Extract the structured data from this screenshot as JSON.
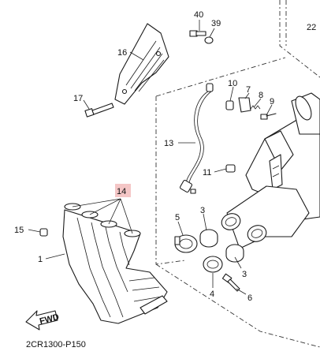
{
  "diagram": {
    "code": "2CR1300-P150",
    "fwd": "FWD",
    "highlight_color": "#f4c6c6",
    "callouts": {
      "p1": "1",
      "p3a": "3",
      "p3b": "3",
      "p4": "4",
      "p5": "5",
      "p6": "6",
      "p7": "7",
      "p8": "8",
      "p9": "9",
      "p10": "10",
      "p11": "11",
      "p13": "13",
      "p14": "14",
      "p15": "15",
      "p16": "16",
      "p17": "17",
      "p22": "22",
      "p39": "39",
      "p40": "40"
    }
  }
}
